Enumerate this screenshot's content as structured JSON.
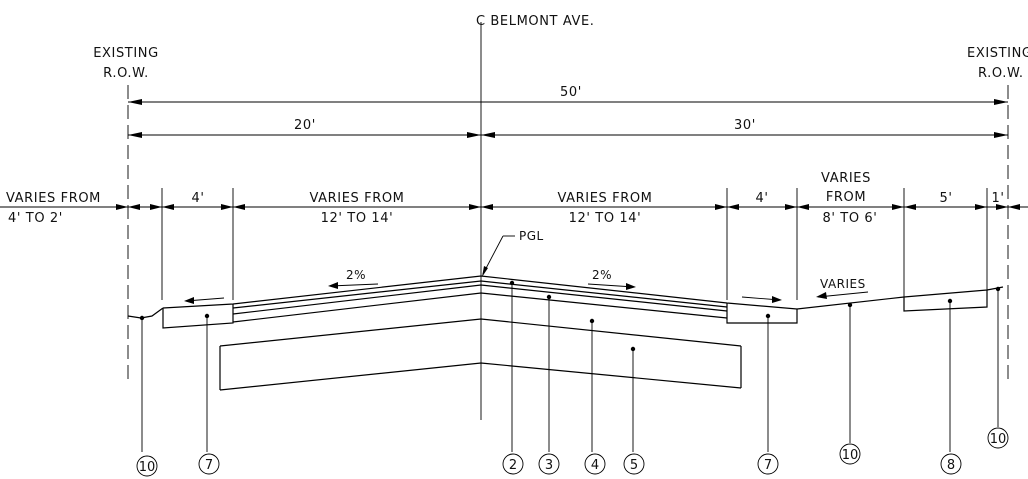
{
  "title": "C BELMONT AVE.",
  "row_left": {
    "line1": "EXISTING",
    "line2": "R.O.W."
  },
  "row_right": {
    "line1": "EXISTING",
    "line2": "R.O.W."
  },
  "dims": {
    "total": "50'",
    "left_half": "20'",
    "right_half": "30'",
    "seg_left_outer_1": "VARIES FROM",
    "seg_left_outer_2": "4' TO 2'",
    "seg_left_walk": "4'",
    "seg_left_lane_1": "VARIES FROM",
    "seg_left_lane_2": "12' TO 14'",
    "seg_right_lane_1": "VARIES FROM",
    "seg_right_lane_2": "12' TO 14'",
    "seg_right_walk": "4'",
    "seg_right_var_1": "VARIES",
    "seg_right_var_2": "FROM",
    "seg_right_var_3": "8' TO 6'",
    "seg_right_5": "5'",
    "seg_right_1": "1'"
  },
  "notes": {
    "pgl": "PGL",
    "slope_left": "2%",
    "slope_right": "2%",
    "varies": "VARIES"
  },
  "callouts": [
    "10",
    "7",
    "2",
    "3",
    "4",
    "5",
    "7",
    "10",
    "8",
    "10"
  ]
}
